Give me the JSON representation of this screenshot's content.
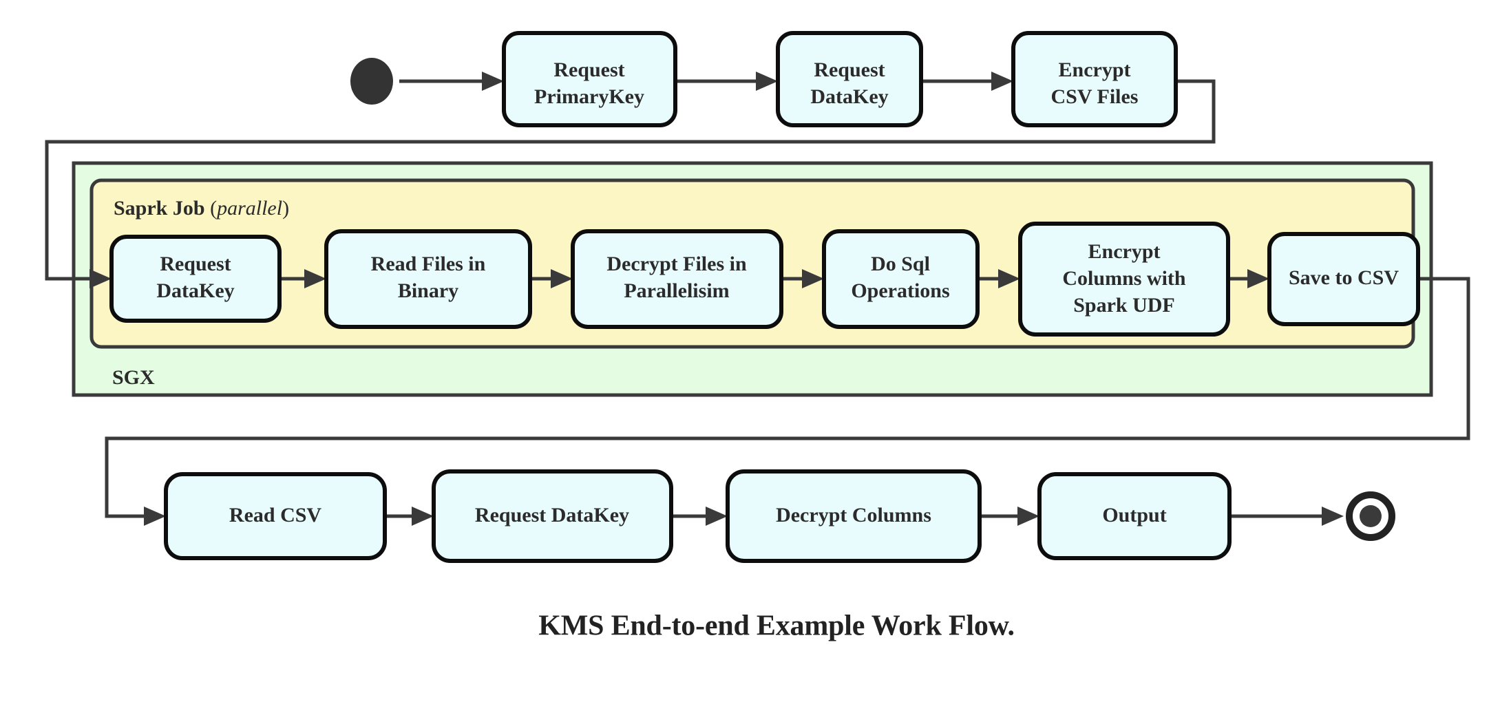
{
  "figure": {
    "caption": "KMS End-to-end Example Work Flow.",
    "background_color": "#ffffff"
  },
  "colors": {
    "node_fill": "#e8fbfd",
    "node_stroke": "#0d0d0d",
    "sgx_fill": "#e4fce2",
    "spark_fill": "#fcf5c4",
    "group_stroke": "#3a3a3a",
    "edge_stroke": "#3a3a3a",
    "text": "#2b2b2b"
  },
  "groups": {
    "sgx": {
      "label": "SGX"
    },
    "spark": {
      "label_bold": "Saprk Job",
      "label_paren_open": " (",
      "label_italic": "parallel",
      "label_paren_close": ")"
    }
  },
  "markers": {
    "start_node": "start-node",
    "end_node": "end-node"
  },
  "rows": {
    "top": {
      "name": "top-row",
      "nodes": [
        {
          "id": "request-primarykey",
          "lines": [
            "Request",
            "PrimaryKey"
          ]
        },
        {
          "id": "request-datakey-top",
          "lines": [
            "Request",
            "DataKey"
          ]
        },
        {
          "id": "encrypt-csv-files",
          "lines": [
            "Encrypt",
            "CSV Files"
          ]
        }
      ]
    },
    "middle": {
      "name": "spark-job-row",
      "nodes": [
        {
          "id": "request-datakey-spark",
          "lines": [
            "Request",
            "DataKey"
          ]
        },
        {
          "id": "read-files-in-binary",
          "lines": [
            "Read Files in",
            "Binary"
          ]
        },
        {
          "id": "decrypt-files-in-parallelisim",
          "lines": [
            "Decrypt Files in",
            "Parallelisim"
          ]
        },
        {
          "id": "do-sql-operations",
          "lines": [
            "Do Sql",
            "Operations"
          ]
        },
        {
          "id": "encrypt-columns-with-spark-udf",
          "lines": [
            "Encrypt",
            "Columns with",
            "Spark UDF"
          ]
        },
        {
          "id": "save-to-csv",
          "lines": [
            "Save to CSV"
          ]
        }
      ]
    },
    "bottom": {
      "name": "output-row",
      "nodes": [
        {
          "id": "read-csv",
          "lines": [
            "Read CSV"
          ]
        },
        {
          "id": "request-datakey-bottom",
          "lines": [
            "Request DataKey"
          ]
        },
        {
          "id": "decrypt-columns",
          "lines": [
            "Decrypt Columns"
          ]
        },
        {
          "id": "output",
          "lines": [
            "Output"
          ]
        }
      ]
    }
  },
  "flow_sequence": [
    "start-node",
    "Request PrimaryKey",
    "Request DataKey",
    "Encrypt CSV Files",
    "Request DataKey",
    "Read Files in Binary",
    "Decrypt Files in Parallelisim",
    "Do Sql Operations",
    "Encrypt Columns with Spark UDF",
    "Save to CSV",
    "Read CSV",
    "Request DataKey",
    "Decrypt Columns",
    "Output",
    "end-node"
  ]
}
